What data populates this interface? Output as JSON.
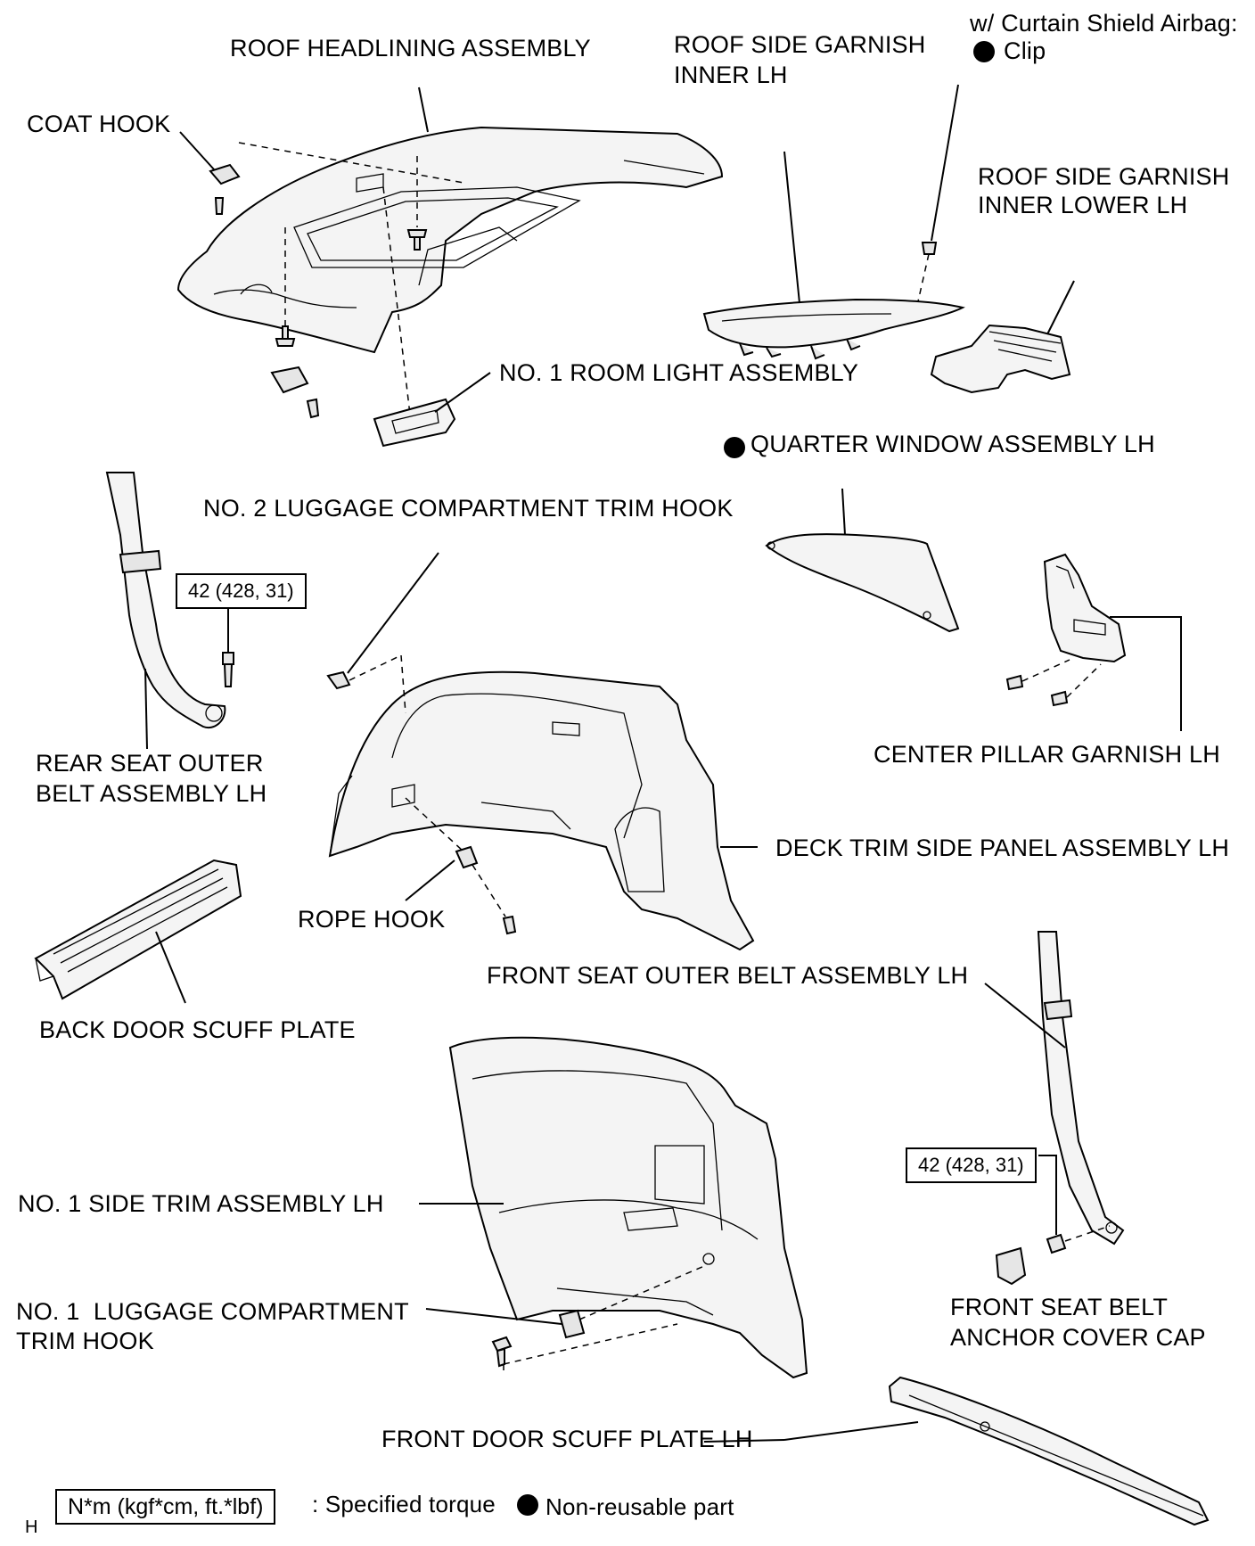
{
  "labels": {
    "airbag_note": "w/ Curtain Shield Airbag:",
    "clip": "Clip",
    "roof_headlining": "ROOF HEADLINING ASSEMBLY",
    "roof_side_garnish_inner_1": "ROOF SIDE GARNISH",
    "roof_side_garnish_inner_2": "INNER LH",
    "coat_hook": "COAT HOOK",
    "roof_side_garnish_lower_1": "ROOF SIDE GARNISH",
    "roof_side_garnish_lower_2": "INNER LOWER LH",
    "room_light": "NO. 1 ROOM LIGHT ASSEMBLY",
    "quarter_window": "QUARTER WINDOW ASSEMBLY LH",
    "luggage_hook_2": "NO. 2 LUGGAGE COMPARTMENT TRIM HOOK",
    "rear_belt_1": "REAR SEAT OUTER",
    "rear_belt_2": "BELT ASSEMBLY LH",
    "center_pillar": "CENTER PILLAR GARNISH LH",
    "deck_trim": "DECK TRIM SIDE PANEL ASSEMBLY LH",
    "rope_hook": "ROPE HOOK",
    "front_belt": "FRONT SEAT OUTER BELT ASSEMBLY LH",
    "back_door_scuff": "BACK DOOR SCUFF PLATE",
    "side_trim_1": "NO. 1 SIDE TRIM ASSEMBLY LH",
    "luggage_hook_1a": "NO. 1  LUGGAGE COMPARTMENT",
    "luggage_hook_1b": "TRIM HOOK",
    "anchor_cap_1": "FRONT SEAT BELT",
    "anchor_cap_2": "ANCHOR COVER CAP",
    "front_door_scuff": "FRONT DOOR SCUFF PLATE LH"
  },
  "torque": {
    "rear_belt": "42 (428, 31)",
    "front_belt": "42 (428, 31)"
  },
  "legend": {
    "torque_unit": "N*m (kgf*cm, ft.*lbf)",
    "torque_desc": ": Specified torque",
    "nonreusable_desc": "Non-reusable part",
    "corner_code": "H"
  },
  "icons": {
    "non_reusable_marker": "filled-circle"
  }
}
